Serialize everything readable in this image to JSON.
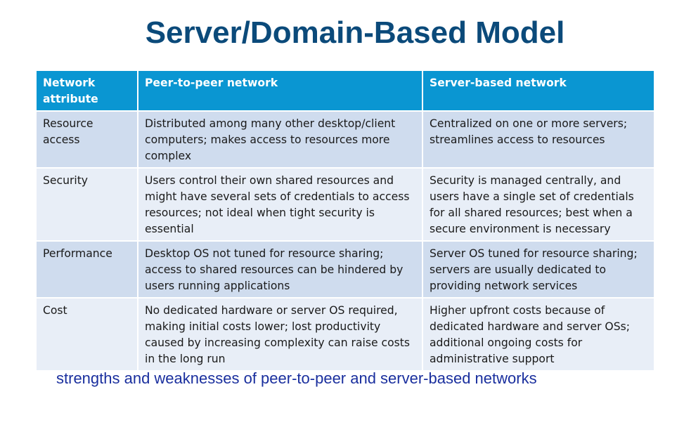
{
  "title": "Server/Domain-Based Model",
  "table": {
    "headers": [
      "Network attribute",
      "Peer-to-peer network",
      "Server-based network"
    ],
    "rows": [
      {
        "attribute": "Resource access",
        "peer": "Distributed among many other desktop/client computers; makes access to resources more complex",
        "server": "Centralized on one or more servers; streamlines access to resources"
      },
      {
        "attribute": "Security",
        "peer": "Users control their own shared resources and might have several sets of credentials to access resources; not ideal when tight security is essential",
        "server": "Security is managed centrally, and users have a single set of credentials for all shared resources; best when a secure environment is necessary"
      },
      {
        "attribute": "Performance",
        "peer": "Desktop OS not tuned for resource sharing; access to shared resources can be hindered by users running applications",
        "server": "Server OS tuned for resource sharing; servers are usually dedicated to providing network services"
      },
      {
        "attribute": "Cost",
        "peer": "No dedicated hardware or server OS required, making initial costs lower; lost productivity caused by increasing complexity can raise costs in the long run",
        "server": "Higher upfront costs because of dedicated hardware and server OSs; additional ongoing costs for administrative support"
      }
    ]
  },
  "caption": "strengths and weaknesses of peer-to-peer and server-based networks",
  "colors": {
    "title": "#0b4a7a",
    "header_bg": "#0a96d2",
    "row_dark": "#cfdcee",
    "row_light": "#e8eef7",
    "caption": "#1a2f9e"
  }
}
